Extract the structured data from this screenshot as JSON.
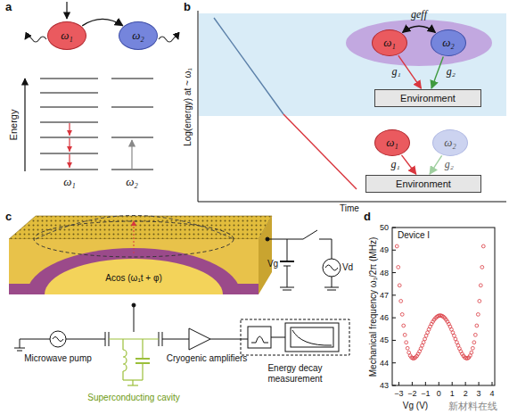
{
  "diagram": {
    "nodes": [
      {
        "text": [
          "ω₁"
        ]
      },
      {
        "text": [
          "ω₂"
        ]
      },
      {
        "text": [
          "ω₁"
        ]
      },
      {
        "text": [
          "ω₂"
        ]
      },
      {
        "text": [
          "Environment"
        ]
      },
      {
        "text": [
          "ω₁"
        ]
      },
      {
        "text": [
          "ω₂"
        ]
      },
      {
        "text": [
          "Environment"
        ]
      }
    ],
    "edges": [
      {
        "from": 0,
        "to": 1,
        "arrow": "to"
      },
      {
        "from": 2,
        "to": 3,
        "label": "geff",
        "arrow": "both"
      },
      {
        "from": 2,
        "to": 4,
        "label": "g₁",
        "arrow": "to"
      },
      {
        "from": 3,
        "to": 4,
        "label": "g₂",
        "arrow": "to"
      },
      {
        "from": 5,
        "to": 7,
        "label": "g₁",
        "arrow": "to"
      },
      {
        "from": 6,
        "to": 7,
        "label": "g₂",
        "arrow": "to"
      }
    ],
    "labels": [
      "a",
      "b",
      "c",
      "d",
      "Energy",
      "ω₁",
      "ω₂",
      "Log(energy) at ~ ω₁",
      "Time",
      "Acos (ω₁t + φ)",
      "Vg",
      "Vd",
      "Microwave pump",
      "Superconducting cavity",
      "Cryogenic amplifiers",
      "Energy decay measurement",
      "Device I",
      "Mechanical frequency ω₁/2π (MHz)",
      "Vg (V)",
      "50",
      "49",
      "48",
      "47",
      "46",
      "45",
      "44",
      "43",
      "−3",
      "−2",
      "−1",
      "0",
      "1",
      "2",
      "3",
      "4",
      "新材料在线"
    ]
  }
}
